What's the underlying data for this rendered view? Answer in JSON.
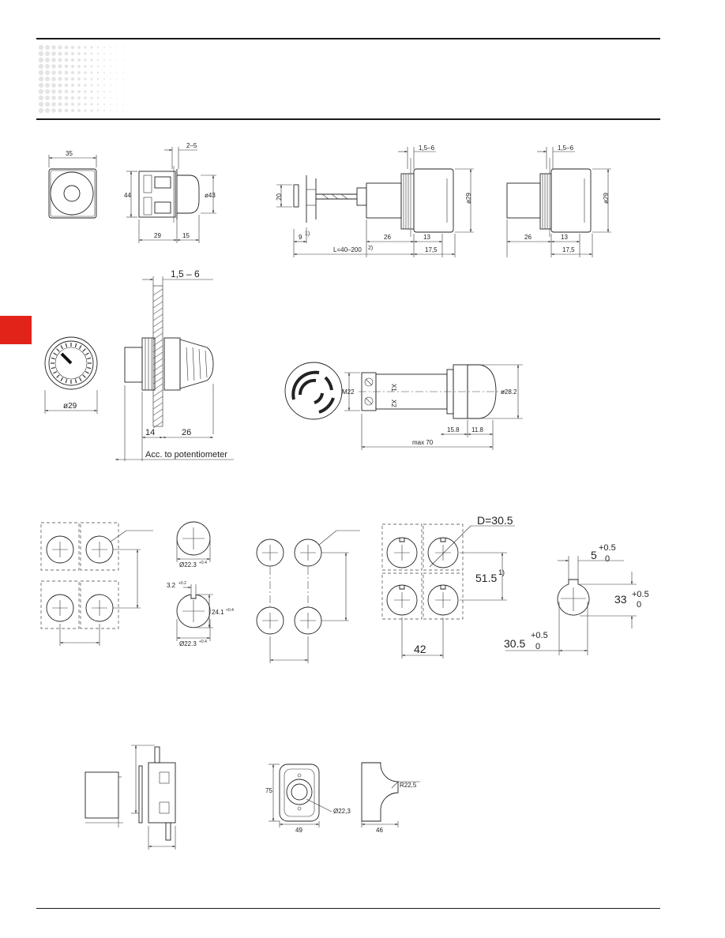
{
  "header": {
    "background": "dot-grid-decoration",
    "accent_color": "#e2231a"
  },
  "dims": {
    "d35": "35",
    "d44": "44",
    "d2_5": "2–5",
    "d43": "ø43",
    "d29a": "29",
    "d15": "15",
    "d20": "20",
    "d9": "9",
    "note1a": "1)",
    "d1_5_6a": "1,5–6",
    "dL": "L=40–200",
    "note2": "2)",
    "d26a": "26",
    "d13a": "13",
    "d17_5a": "17,5",
    "o29a": "ø29",
    "d1_5_6b": "1,5–6",
    "d26b": "26",
    "d13b": "13",
    "d17_5b": "17,5",
    "o29b": "ø29",
    "d1_5_6c": "1,5 – 6",
    "o29c": "ø29",
    "d14": "14",
    "d26c": "26",
    "potentiometer": "Acc. to potentiometer",
    "m22": "M22",
    "x1": "X1",
    "x2": "X2",
    "o28_2": "ø28.2",
    "d15_8": "15.8",
    "d11_8": "11.8",
    "max70": "max 70",
    "o22_3a": "Ø22.3",
    "o22_3a_tol": "+0.4",
    "d3_2": "3.2",
    "d3_2_tol": "+0.2",
    "d24_1": "24.1",
    "d24_1_tol": "+0.4",
    "o22_3b": "Ø22.3",
    "o22_3b_tol": "+0.4",
    "dD": "D=30.5",
    "d51_5": "51.5",
    "note1b": "1)",
    "d42": "42",
    "d5": "5",
    "d5_tol_up": "+0.5",
    "d5_tol_lo": "0",
    "d33": "33",
    "d33_tol_up": "+0.5",
    "d33_tol_lo": "0",
    "d30_5": "30.5",
    "d30_5_tol_up": "+0.5",
    "d30_5_tol_lo": "0",
    "d75": "75",
    "d49": "49",
    "o22_3c": "Ø22,3",
    "r22_5": "R22,5",
    "d46": "46"
  }
}
